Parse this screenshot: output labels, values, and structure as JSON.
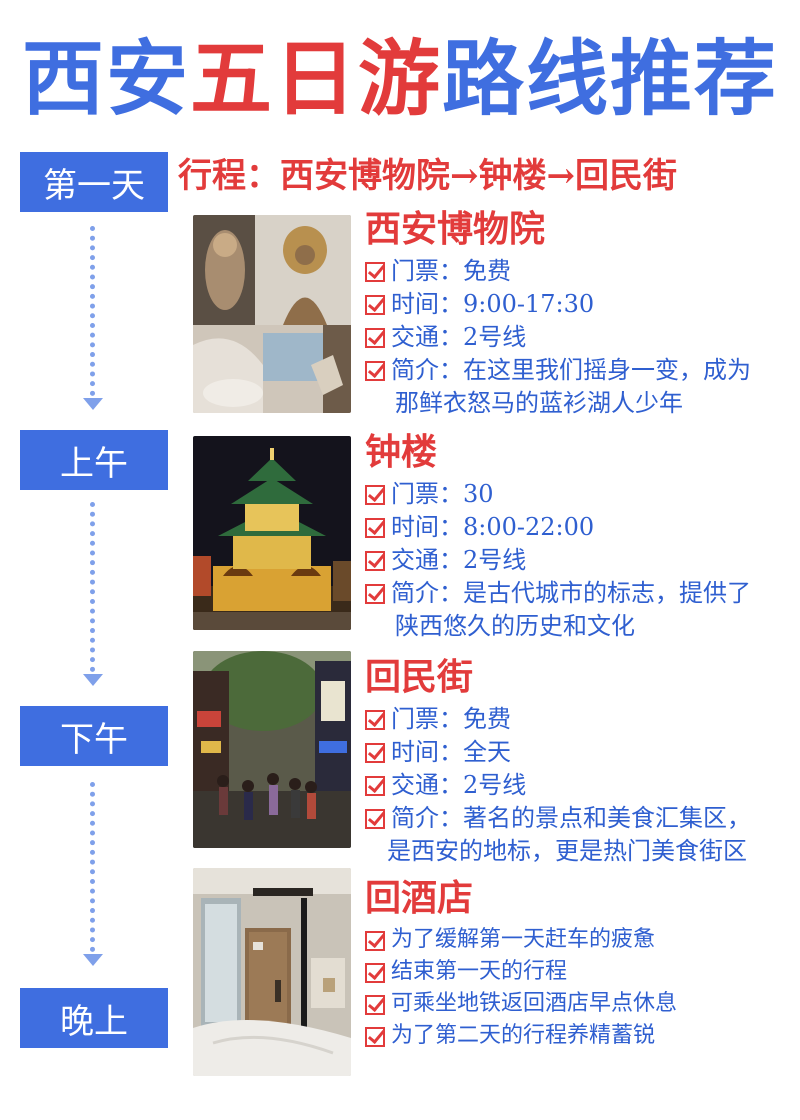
{
  "title": {
    "part1": "西安",
    "part2": "五日",
    "part3": "游",
    "part4": "路线推荐"
  },
  "colors": {
    "blue": "#3f6ee0",
    "red": "#e23b3b",
    "text_blue": "#2f5fd0"
  },
  "route": "行程：西安博物院→钟楼→回民街",
  "timeline": [
    "第一天",
    "上午",
    "下午",
    "晚上"
  ],
  "sections": [
    {
      "title": "西安博物院",
      "items": [
        "门票：免费",
        "时间：9:00-17:30",
        "交通：2号线",
        "简介：在这里我们摇身一变，成为",
        "那鲜衣怒马的蓝衫湖人少年"
      ]
    },
    {
      "title": "钟楼",
      "items": [
        "门票：30",
        "时间：8:00-22:00",
        "交通：2号线",
        "简介：是古代城市的标志，提供了",
        "陕西悠久的历史和文化"
      ]
    },
    {
      "title": "回民街",
      "items": [
        "门票：免费",
        "时间：全天",
        "交通：2号线",
        "简介：著名的景点和美食汇集区，",
        "是西安的地标，更是热门美食街区"
      ]
    },
    {
      "title": "回酒店",
      "items": [
        "为了缓解第一天赶车的疲惫",
        "结束第一天的行程",
        "可乘坐地铁返回酒店早点休息",
        "为了第二天的行程养精蓄锐"
      ]
    }
  ],
  "photos": [
    "museum-photo",
    "bell-tower-photo",
    "muslim-street-photo",
    "hotel-room-photo"
  ]
}
